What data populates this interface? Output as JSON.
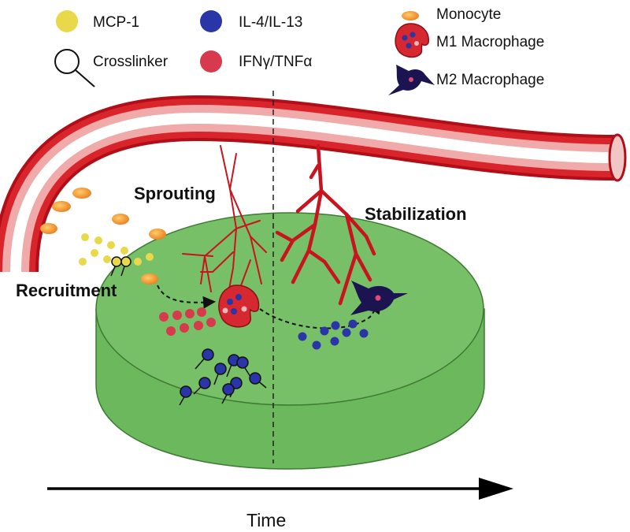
{
  "legend": {
    "mcp1": "MCP-1",
    "il4il13": "IL-4/IL-13",
    "crosslinker": "Crosslinker",
    "ifng_tnfa": "IFNγ/TNFα",
    "monocyte": "Monocyte",
    "m1_macrophage": "M1 Macrophage",
    "m2_macrophage": "M2 Macrophage"
  },
  "stages": {
    "sprouting": "Sprouting",
    "stabilization": "Stabilization",
    "recruitment": "Recruitment"
  },
  "axis": {
    "time": "Time"
  },
  "colors": {
    "mcp1": "#e8d84a",
    "il4il13": "#2a35a8",
    "ifng_tnfa": "#d63a4c",
    "monocyte": "#f08a24",
    "vessel": "#c8141e",
    "scaffold": "#74bd63",
    "m2": "#1c1450"
  },
  "icons": [
    "crosslinker-icon",
    "m1-macrophage-icon",
    "m2-macrophage-icon",
    "monocyte-icon"
  ]
}
